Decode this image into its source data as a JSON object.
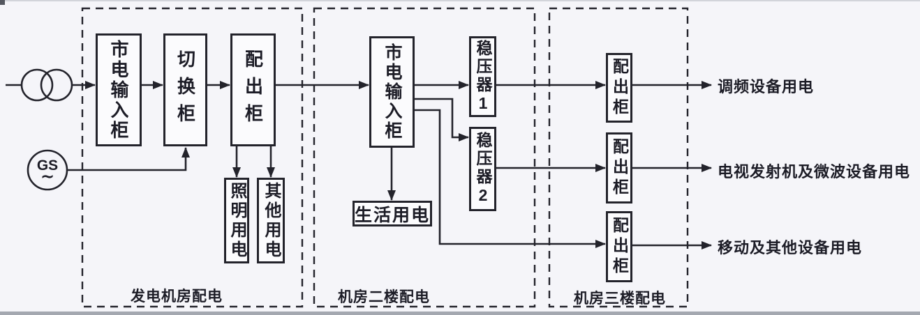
{
  "generator": {
    "label": "GS",
    "ac_symbol": "∼"
  },
  "sections": {
    "generator_room": {
      "label": "发电机房配电"
    },
    "second_floor": {
      "label": "机房二楼配电"
    },
    "third_floor": {
      "label": "机房三楼配电"
    }
  },
  "boxes": {
    "mains_input_1": "市电输入柜",
    "transfer_switch": "切换柜",
    "dist_out_1": "配出柜",
    "lighting_load": "照明用电",
    "other_load": "其他用电",
    "mains_input_2": "市电输入柜",
    "stabilizer_1": "稳压器1",
    "stabilizer_2": "稳压器2",
    "domestic_load": "生活用电",
    "dist_out_fm": "配出柜",
    "dist_out_tv": "配出柜",
    "dist_out_mobile": "配出柜"
  },
  "outputs": {
    "fm": "调频设备用电",
    "tv_microwave": "电视发射机及微波设备用电",
    "mobile_other": "移动及其他设备用电"
  },
  "colors": {
    "line": "#23232b",
    "background": "#f5f5f9",
    "box_fill": "#fbfbfd",
    "bottom_strip": "#a4a8b0"
  }
}
